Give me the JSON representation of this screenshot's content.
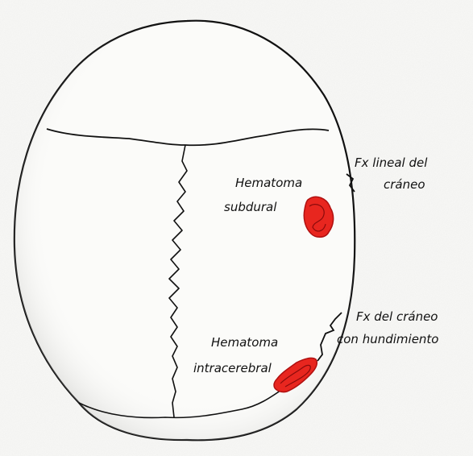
{
  "diagram": {
    "labels": {
      "hematoma_subdural": [
        "Hematoma",
        "subdural"
      ],
      "hematoma_intracerebral": [
        "Hematoma",
        "intracerebral"
      ],
      "fx_lineal": [
        "Fx lineal del",
        "cráneo"
      ],
      "fx_hundimiento": [
        "Fx del cráneo",
        "con hundimiento"
      ]
    },
    "colors": {
      "outline": "#111111",
      "paper": "#f7f7f5",
      "shadow": "#9a9a96",
      "lesion": "#e8261f",
      "lesion_stroke": "#b01010"
    }
  }
}
